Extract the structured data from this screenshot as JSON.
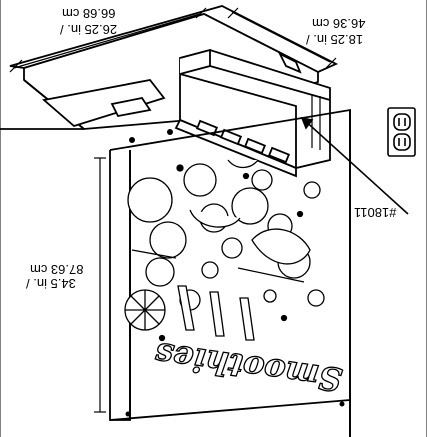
{
  "model": "#18011",
  "width_dim": {
    "inches": "26.25 in. /",
    "cm": "66.68 cm"
  },
  "depth_dim": {
    "inches": "18.25 in. /",
    "cm": "46.36 cm"
  },
  "height_dim": {
    "inches": "34.5 in. /",
    "cm": "87.63 cm"
  },
  "panel_brand": "Smoothies",
  "colors": {
    "line": "#000000",
    "paper": "#ffffff"
  }
}
